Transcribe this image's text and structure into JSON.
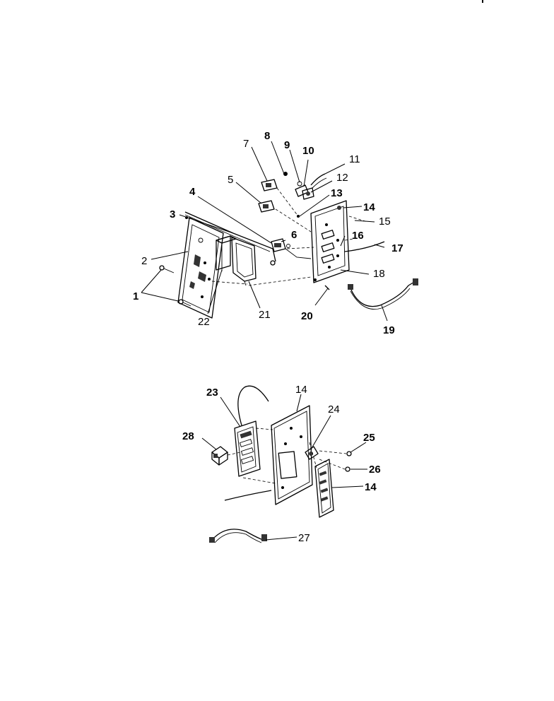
{
  "labels": {
    "l1": "1",
    "l2": "2",
    "l3": "3",
    "l4": "4",
    "l5": "5",
    "l6": "6",
    "l7": "7",
    "l8": "8",
    "l9": "9",
    "l10": "10",
    "l11": "11",
    "l12": "12",
    "l13": "13",
    "l14a": "14",
    "l15": "15",
    "l16": "16",
    "l17": "17",
    "l18": "18",
    "l19": "19",
    "l20": "20",
    "l21": "21",
    "l22": "22",
    "l23": "23",
    "l14b": "14",
    "l24": "24",
    "l25": "25",
    "l26": "26",
    "l14c": "14",
    "l27": "27",
    "l28": "28"
  },
  "colors": {
    "ink": "#000000",
    "paper": "#ffffff"
  }
}
